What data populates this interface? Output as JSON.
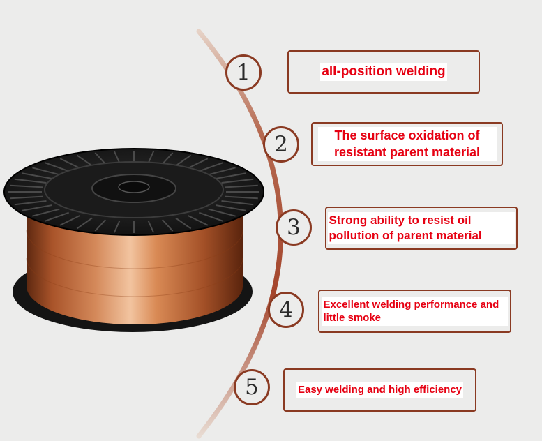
{
  "features": [
    {
      "number": "1",
      "text": "all-position welding"
    },
    {
      "number": "2",
      "text": "The surface oxidation of resistant parent material"
    },
    {
      "number": "3",
      "text": "Strong ability to resist oil pollution of parent material"
    },
    {
      "number": "4",
      "text": "Excellent welding performance and little smoke"
    },
    {
      "number": "5",
      "text": "Easy welding and high efficiency"
    }
  ],
  "colors": {
    "background": "#ececeb",
    "accent": "#8a3a22",
    "text_highlight": "#e60012",
    "copper": "#c8743e",
    "spool": "#1e1e1e"
  }
}
